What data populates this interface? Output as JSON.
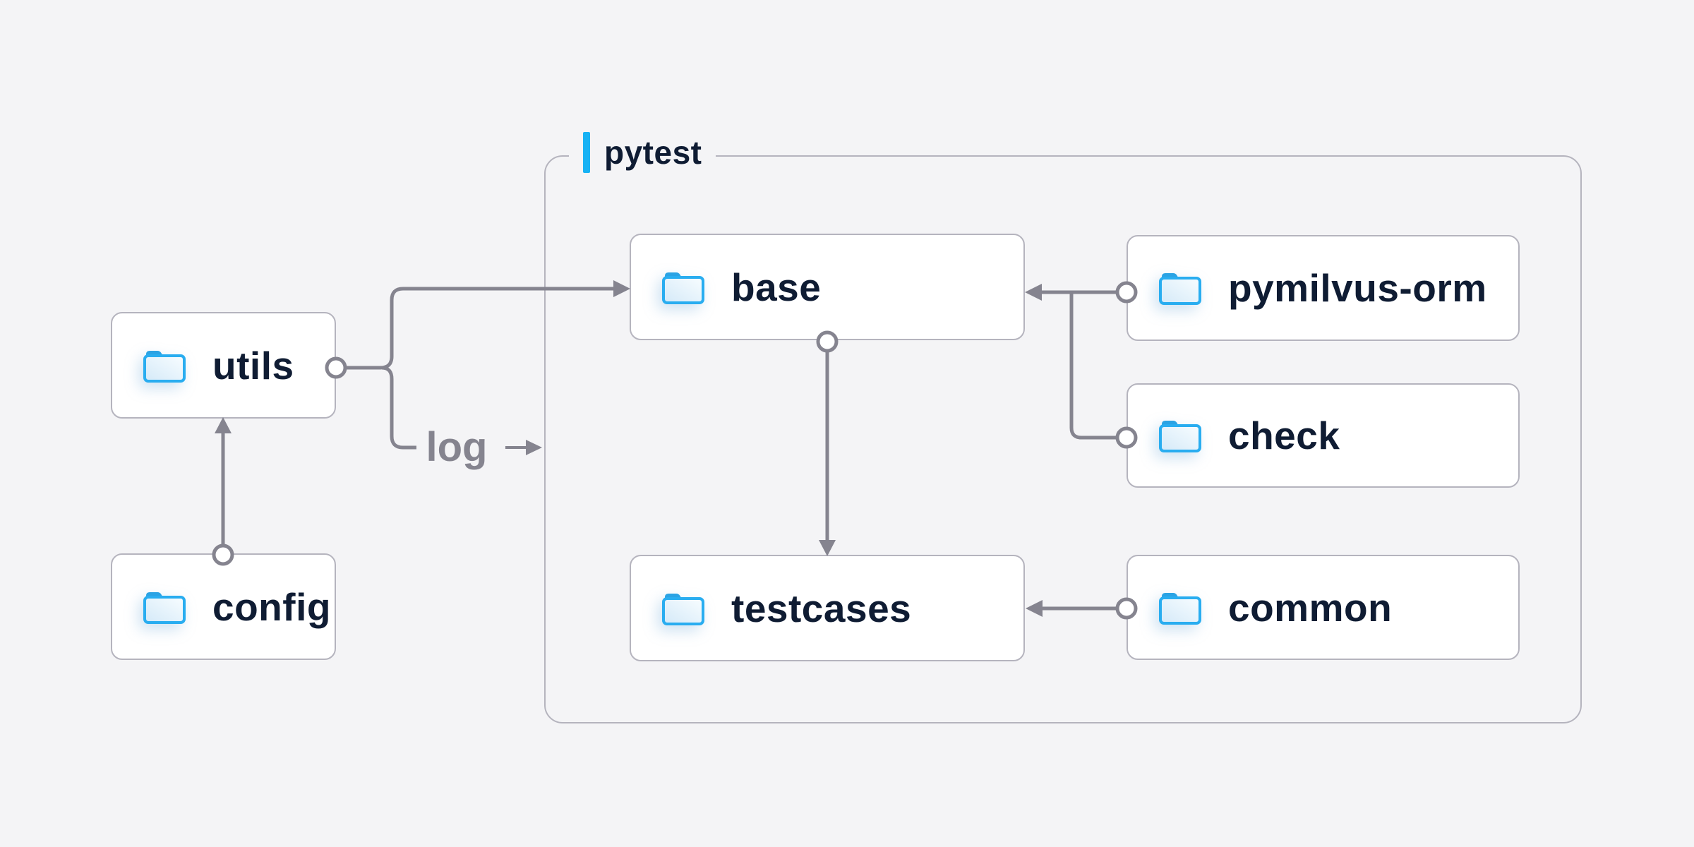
{
  "diagram": {
    "container_label": "pytest",
    "edge_label": "log",
    "nodes": {
      "utils": {
        "label": "utils"
      },
      "config": {
        "label": "config"
      },
      "base": {
        "label": "base"
      },
      "testcases": {
        "label": "testcases"
      },
      "pymilvus": {
        "label": "pymilvus-orm"
      },
      "check": {
        "label": "check"
      },
      "common": {
        "label": "common"
      }
    },
    "edges": [
      {
        "from": "utils",
        "to": "base",
        "label": ""
      },
      {
        "from": "utils",
        "to": "log",
        "label": "log"
      },
      {
        "from": "config",
        "to": "utils",
        "label": ""
      },
      {
        "from": "base",
        "to": "testcases",
        "label": ""
      },
      {
        "from": "pymilvus-orm",
        "to": "base",
        "label": ""
      },
      {
        "from": "check",
        "to": "base",
        "label": ""
      },
      {
        "from": "common",
        "to": "testcases",
        "label": ""
      }
    ],
    "colors": {
      "background": "#f4f4f6",
      "accent_blue": "#17b2f4",
      "folder_border_blue": "#29adf0",
      "folder_tab_blue": "#2ba3e4",
      "text_navy": "#0f1c33",
      "connector_gray": "#85848f",
      "box_border_gray": "#b5b4be",
      "edge_label_gray": "#85848f"
    }
  }
}
